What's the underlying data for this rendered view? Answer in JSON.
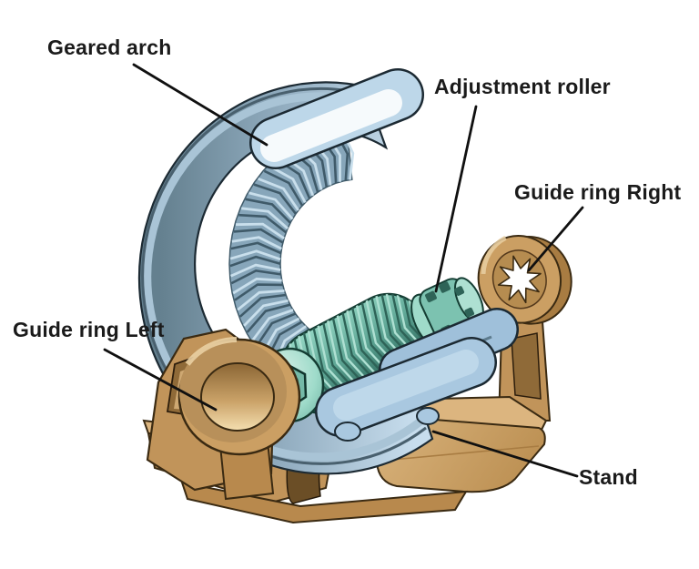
{
  "diagram": {
    "labels": {
      "geared_arch": "Geared arch",
      "adjustment_roller": "Adjustment roller",
      "guide_ring_right": "Guide ring Right",
      "guide_ring_left": "Guide ring Left",
      "stand": "Stand"
    },
    "colors": {
      "arch_blue_light": "#c7dded",
      "arch_blue_mid": "#93aec1",
      "arch_blue_dark": "#64808f",
      "teeth_field": "#87a6ba",
      "teeth_shadow": "#3f5a69",
      "roller_teal_light": "#9adcc9",
      "roller_teal_dark": "#2f6b5e",
      "brass_light": "#e9cfa2",
      "brass_mid": "#cb9f63",
      "brass_dark": "#8f6a38",
      "cradle_blue": "#a9c8e0",
      "leader_line": "#101010",
      "label_text": "#1b1b1b",
      "background": "#ffffff"
    }
  }
}
